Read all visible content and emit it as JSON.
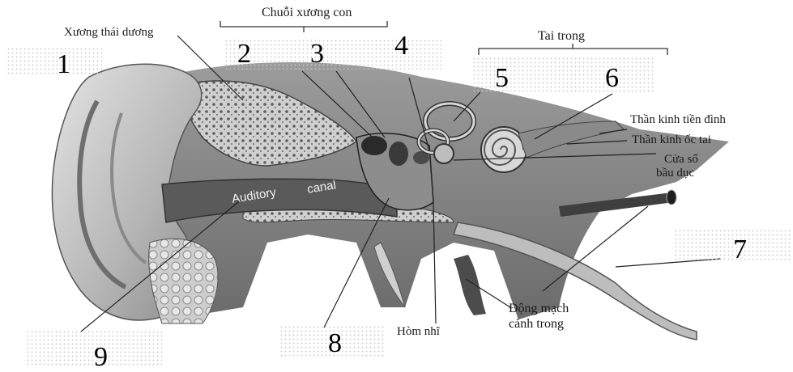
{
  "labels": {
    "chuoi_xuong_con": "Chuỗi xương con",
    "xuong_thai_duong": "Xương thái dương",
    "tai_trong": "Tai trong",
    "than_kinh_tien_dinh": "Thần kinh tiền đình",
    "than_kinh_oc_tai": "Thần kinh ốc tai",
    "cua_so_bau_duc_1": "Cửa sổ",
    "cua_so_bau_duc_2": "bầu dục",
    "dong_mach_1": "Động mạch",
    "dong_mach_2": "cảnh trong",
    "hom_nhi": "Hòm nhĩ",
    "auditory": "Auditory",
    "canal": "canal"
  },
  "numbers": {
    "n1": "1",
    "n2": "2",
    "n3": "3",
    "n4": "4",
    "n5": "5",
    "n6": "6",
    "n7": "7",
    "n8": "8",
    "n9": "9"
  },
  "colors": {
    "skin_light": "#d9d9d9",
    "skin_mid": "#a9a9a9",
    "skin_dark": "#6f6f6f",
    "canal": "#5a5a5a",
    "bone": "#c9c9c9",
    "line": "#222222"
  }
}
